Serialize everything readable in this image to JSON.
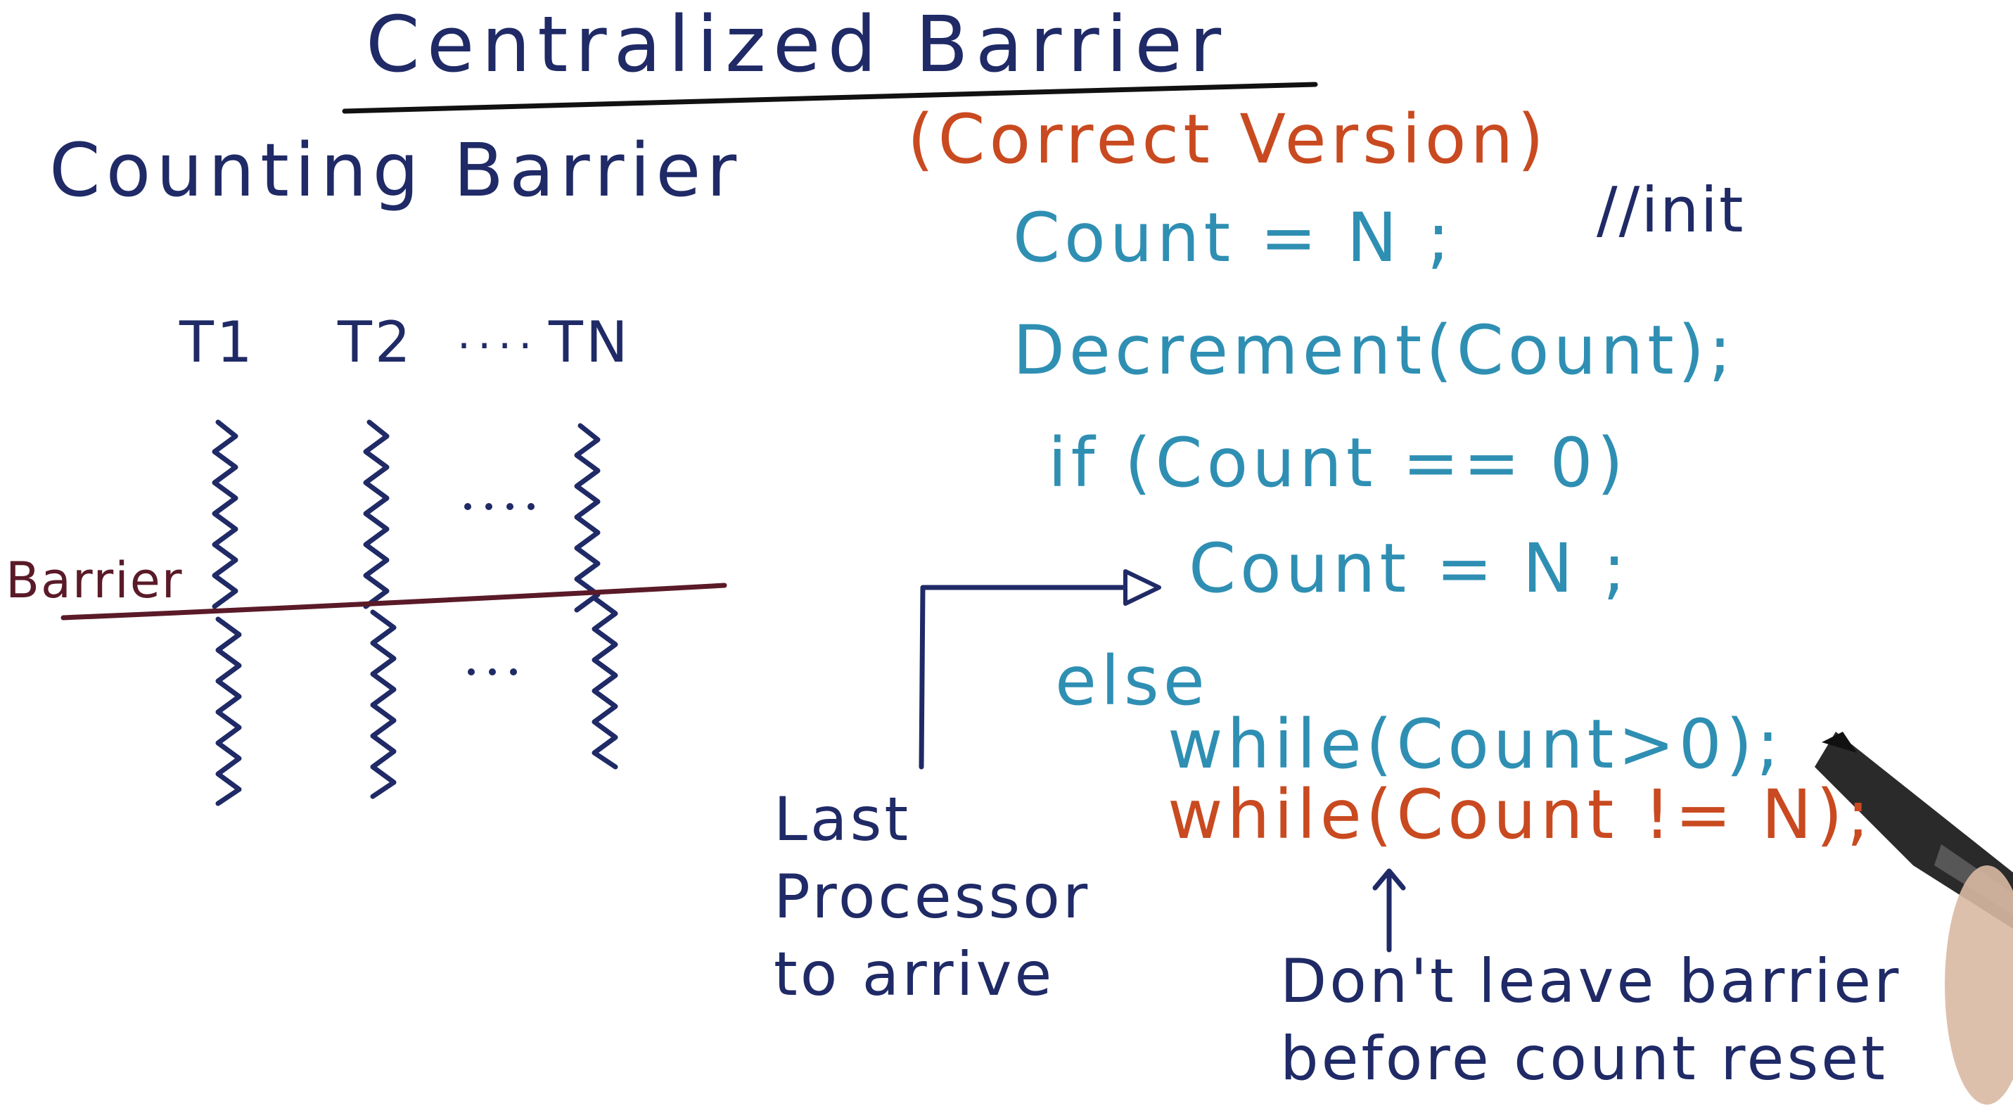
{
  "colors": {
    "navy": "#1f2a66",
    "teal": "#2f8fb3",
    "orange": "#c94a20",
    "maroon": "#5a1a28"
  },
  "title": "Centralized Barrier",
  "subtitle": "Counting Barrier",
  "subtitle_note": "(Correct Version)",
  "threads": {
    "t1": "T1",
    "t2": "T2",
    "dots": "....",
    "tn": "TN"
  },
  "barrier_label": "Barrier",
  "code": {
    "line1": "Count = N ;",
    "line1_comment": "//init",
    "line2": "Decrement(Count);",
    "line3": "if (Count == 0)",
    "line4": "Count = N ;",
    "line5": "else",
    "line6": "while(Count>0);",
    "line7": "while(Count != N);"
  },
  "annotations": {
    "left": [
      "Last",
      "Processor",
      "to arrive"
    ],
    "right": [
      "Don't leave barrier",
      "before count reset"
    ]
  },
  "icons": [
    "pen-icon",
    "wavy-thread-line-icon",
    "arrow-icon"
  ]
}
